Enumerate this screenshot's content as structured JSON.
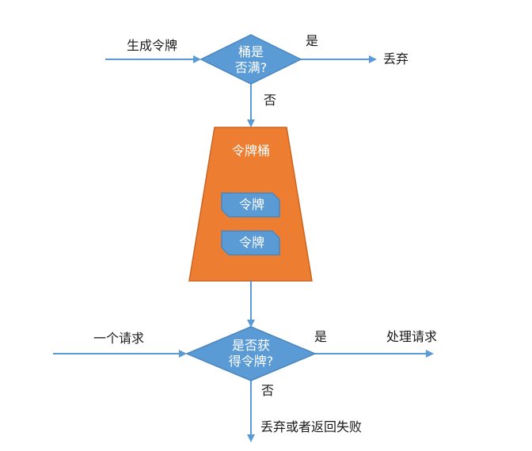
{
  "colors": {
    "arrow": "#5b9bd5",
    "diamond": "#5b9bd5",
    "diamond_border": "#4a86c0",
    "bucket": "#ed7d31",
    "bucket_border": "#c96522",
    "token": "#5b9bd5",
    "label_text": "#1a1a1a",
    "shape_text": "#ffffff"
  },
  "top": {
    "input_label": "生成令牌",
    "decision_line1": "桶是",
    "decision_line2": "否满?",
    "yes_label": "是",
    "yes_result": "丢弃",
    "no_label": "否"
  },
  "bucket": {
    "title": "令牌桶",
    "tokens": [
      "令牌",
      "令牌"
    ]
  },
  "bottom": {
    "input_label": "一个请求",
    "decision_line1": "是否获",
    "decision_line2": "得令牌?",
    "yes_label": "是",
    "yes_result": "处理请求",
    "no_label": "否",
    "no_result": "丢弃或者返回失败"
  }
}
